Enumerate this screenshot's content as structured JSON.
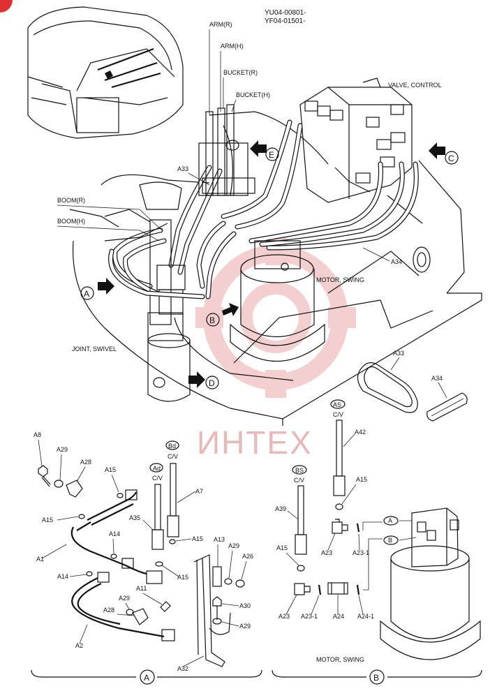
{
  "header": {
    "code1": "YU04-00801-",
    "code2": "YF04-01501-"
  },
  "top": {
    "arm_r": "ARM(R)",
    "arm_h": "ARM(H)",
    "bucket_r": "BUCKET(R)",
    "bucket_h": "BUCKET(H)",
    "valve_control": "VALVE, CONTROL",
    "boom_r": "BOOM(R)",
    "boom_h": "BOOM(H)",
    "a33": "A33",
    "a34": "A34",
    "motor_swing": "MOTOR, SWING",
    "joint_swivel": "JOINT, SWIVEL",
    "arrows": {
      "a": "A",
      "b": "B",
      "c": "C",
      "d": "D",
      "e": "E"
    }
  },
  "parts_right": {
    "a33": "A33",
    "a34": "A34"
  },
  "detail_a": {
    "title": "A",
    "a8": "A8",
    "a29a": "A29",
    "a28a": "A28",
    "a15a": "A15",
    "a15b": "A15",
    "a35": "A35",
    "a1": "A1",
    "a14a": "A14",
    "a14b": "A14",
    "a11": "A11",
    "a29b": "A29",
    "a28b": "A28",
    "a2": "A2",
    "bd": "Bd",
    "cv1": "C/V",
    "ad": "Ad",
    "cv2": "C/V",
    "a7": "A7",
    "a15c": "A15",
    "a15d": "A15",
    "a13": "A13",
    "a29c": "A29",
    "a26": "A26",
    "a30": "A30",
    "a29d": "A29",
    "a32": "A32"
  },
  "detail_b": {
    "title": "B",
    "as": "AS",
    "cv1": "C/V",
    "a42": "A42",
    "bs": "BS",
    "cv2": "C/V",
    "a15a": "A15",
    "a39": "A39",
    "a15b": "A15",
    "a23a": "A23",
    "a23_1a": "A23-1",
    "a": "A",
    "b": "B",
    "a23b": "A23",
    "a23_1b": "A23-1",
    "a24": "A24",
    "a24_1": "A24-1",
    "motor_swing": "MOTOR, SWING"
  },
  "watermark": "ИНТЕХ",
  "colors": {
    "line": "#111111",
    "watermark": "#e7b9b9",
    "badge": "#e03030"
  }
}
